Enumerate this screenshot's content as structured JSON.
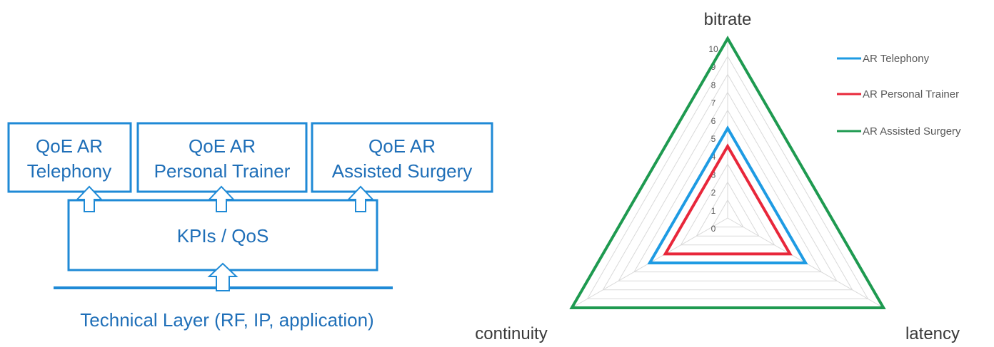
{
  "diagram": {
    "qoe_boxes": [
      {
        "line1": "QoE AR",
        "line2": "Telephony"
      },
      {
        "line1": "QoE AR",
        "line2": "Personal Trainer"
      },
      {
        "line1": "QoE AR",
        "line2": "Assisted Surgery"
      }
    ],
    "kpi_label": "KPIs / QoS",
    "technical_label": "Technical Layer (RF, IP, application)",
    "color": "#1f8ad6",
    "text_color": "#1f6fb8"
  },
  "chart_data": {
    "type": "radar",
    "axes": [
      "bitrate",
      "latency",
      "continuity"
    ],
    "scale": {
      "min": 0,
      "max": 10,
      "ticks": [
        0,
        1,
        2,
        3,
        4,
        5,
        6,
        7,
        8,
        9,
        10
      ]
    },
    "grid": true,
    "legend_position": "right",
    "series": [
      {
        "name": "AR Telephony",
        "color": "#1e9be3",
        "values": [
          5,
          5,
          5
        ]
      },
      {
        "name": "AR Personal Trainer",
        "color": "#e8273a",
        "values": [
          4,
          4,
          4
        ]
      },
      {
        "name": "AR Assisted Surgery",
        "color": "#1e9a50",
        "values": [
          10,
          10,
          10
        ]
      }
    ]
  }
}
